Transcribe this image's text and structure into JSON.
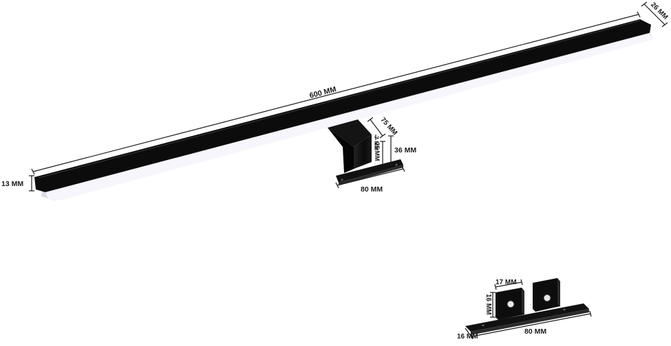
{
  "dimensions": {
    "length": "600 MM",
    "depth": "26 MM",
    "height": "13 MM",
    "arm_length": "75 MM",
    "arm_small": "7 MM",
    "arm_height": "25 MM",
    "bracket_total_height": "36 MM",
    "bracket_width": "80 MM"
  },
  "detail": {
    "tab_width": "17 MM",
    "tab_height": "16 MM",
    "base_width": "80 MM",
    "base_depth": "16 MM"
  },
  "colors": {
    "housing": "#0c0c0c",
    "diffuser": "#f4f4fb",
    "highlight": "#e9e9f5",
    "dimension": "#1a1a1a"
  }
}
